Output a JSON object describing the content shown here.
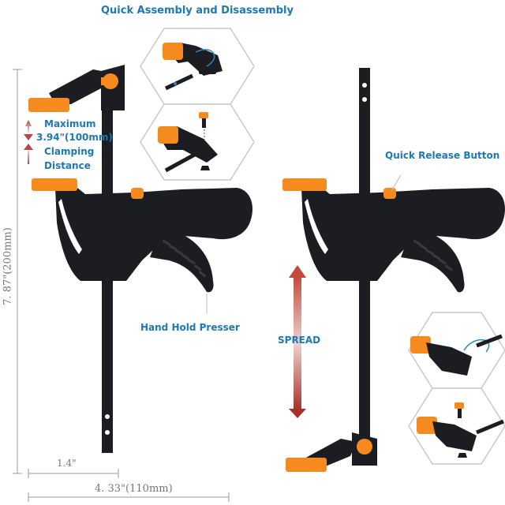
{
  "labels": {
    "quick_assembly": "Quick Assembly and Disassembly",
    "max_clamp_1": "Maximum",
    "max_clamp_2": "3.94\"(100mm)",
    "max_clamp_3": "Clamping",
    "max_clamp_4": "Distance",
    "quick_release": "Quick Release Button",
    "hand_hold": "Hand Hold Presser",
    "spread": "SPREAD"
  },
  "dimensions": {
    "height": "7. 87\"(200mm)",
    "width_small": "1.4\"",
    "width_total": "4. 33\"(110mm)"
  },
  "colors": {
    "label_blue": "#1f78b4",
    "clamp_body": "#1c1d22",
    "clamp_orange": "#f58a1f",
    "spread_red": "#b5352f",
    "dim_gray": "#8a8a8a"
  }
}
